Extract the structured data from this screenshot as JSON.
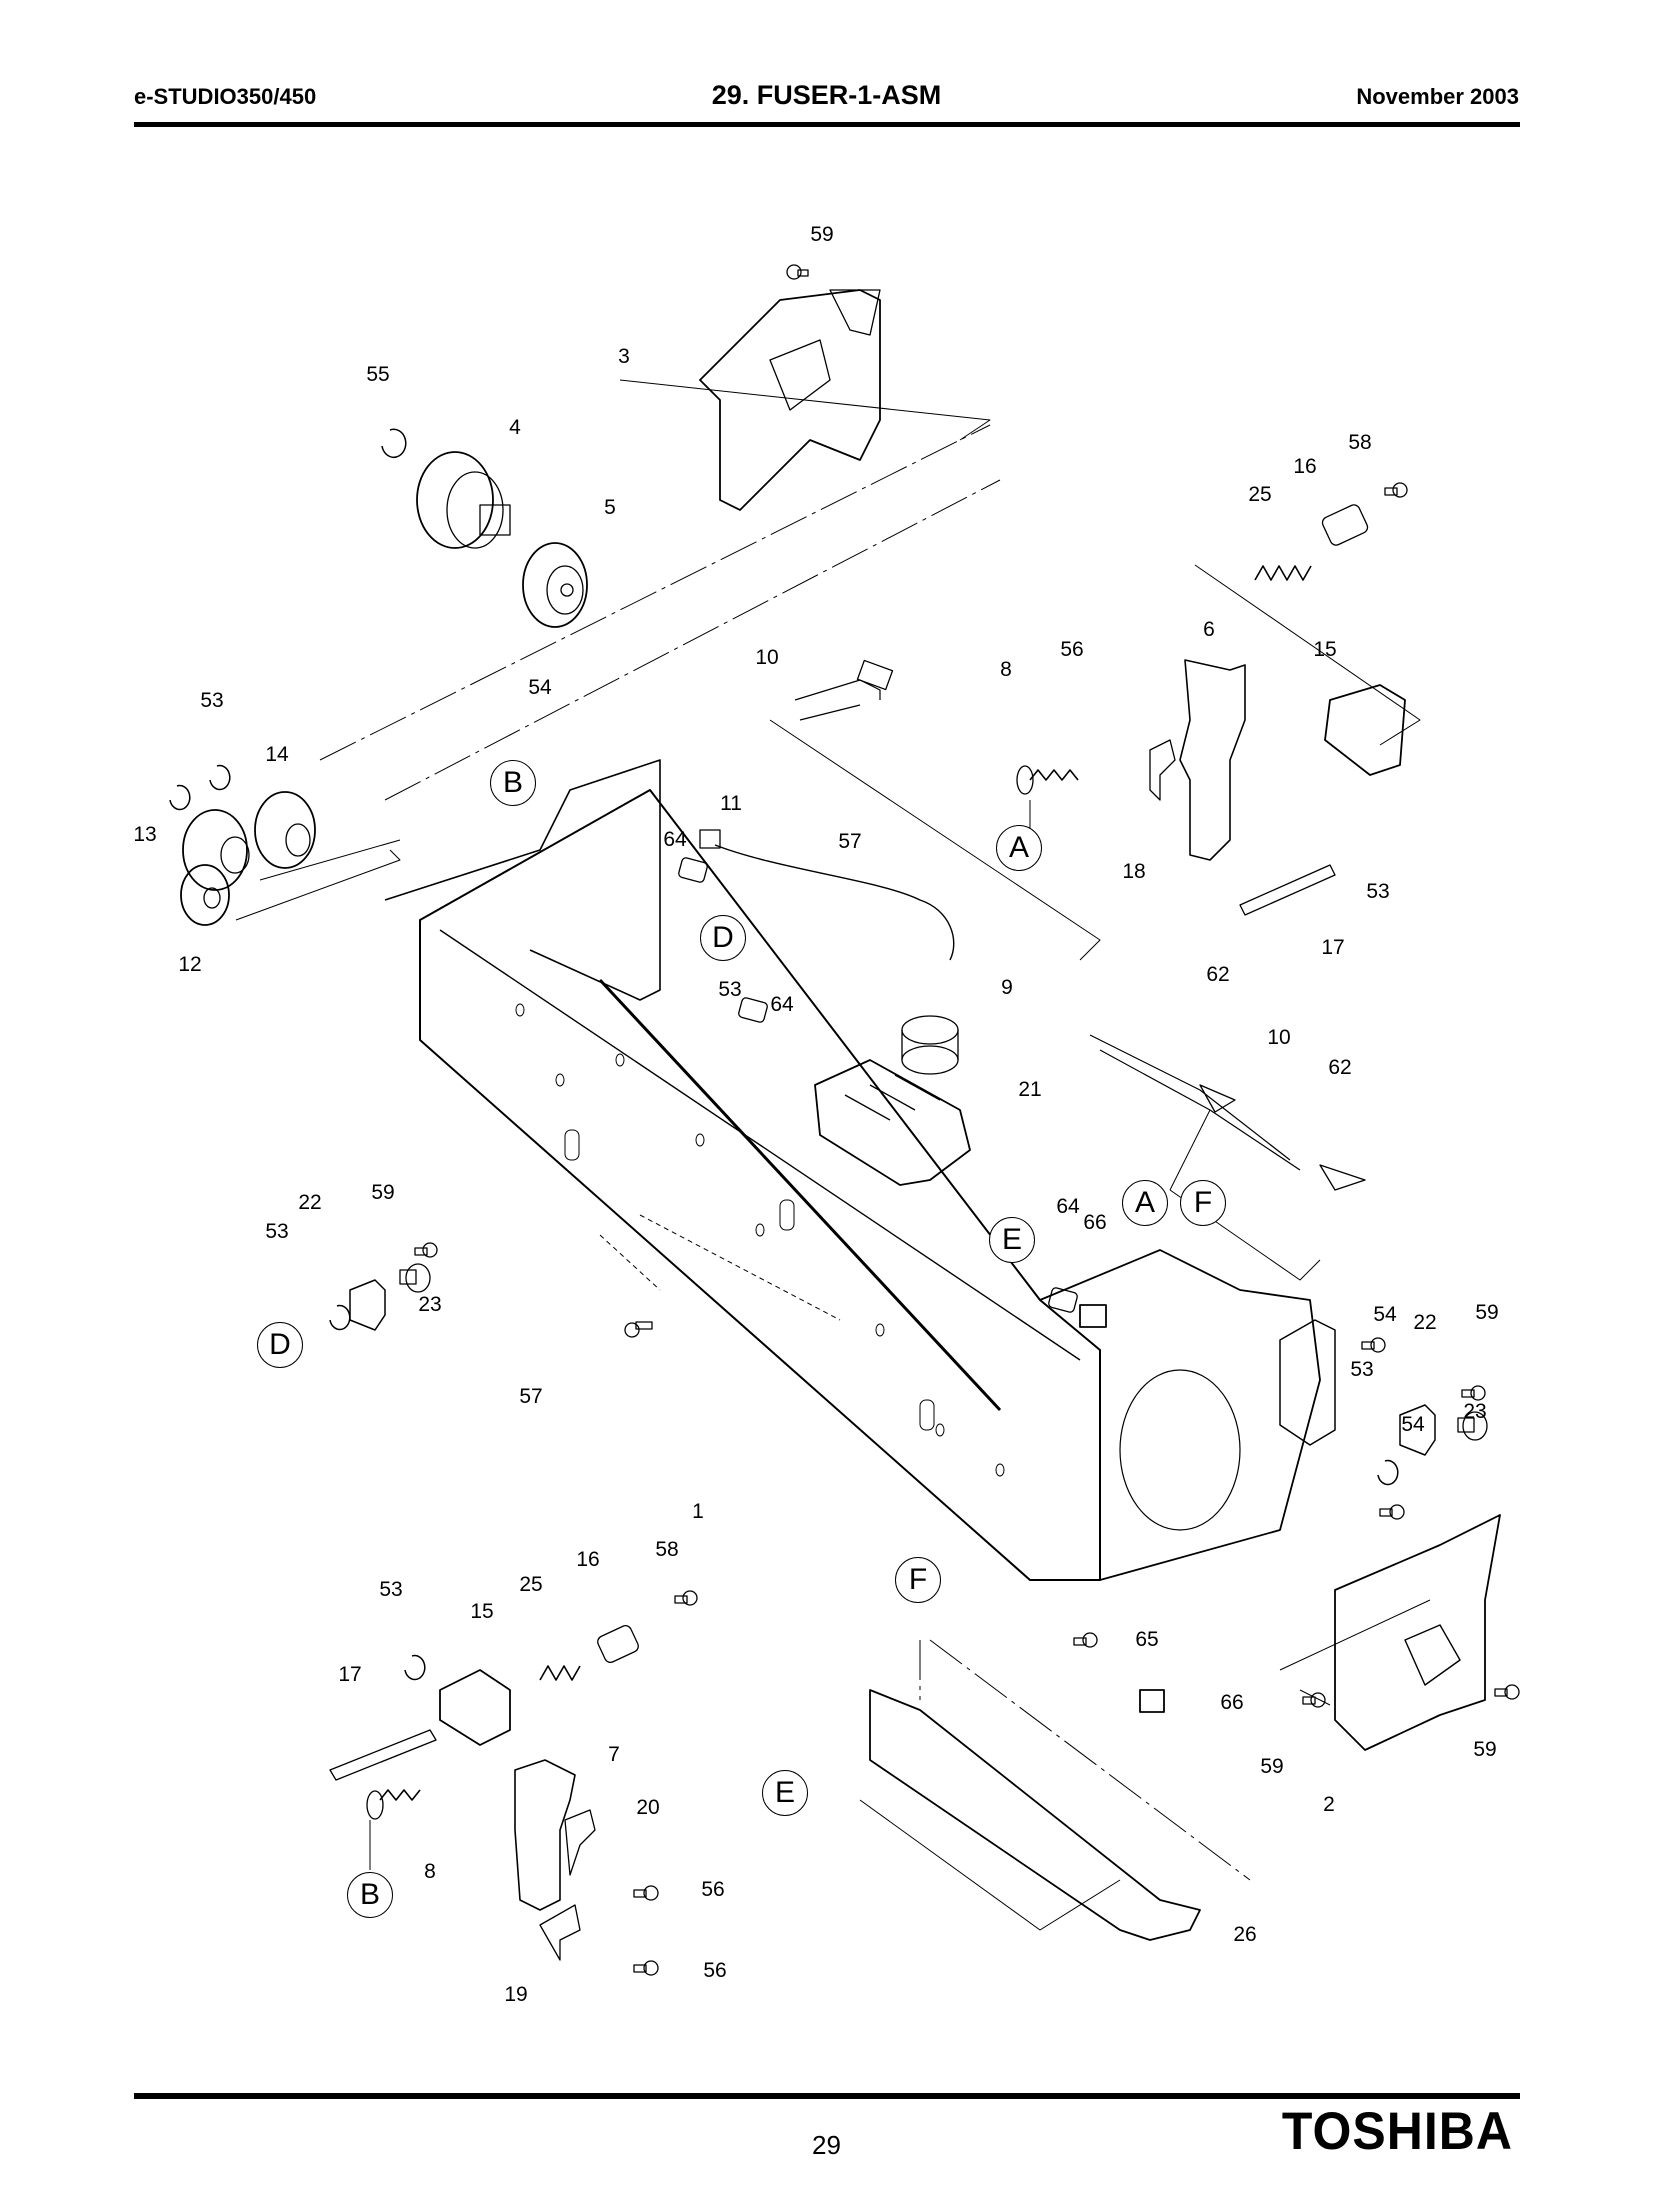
{
  "header": {
    "model": "e-STUDIO350/450",
    "section_title": "29. FUSER-1-ASM",
    "date": "November 2003"
  },
  "footer": {
    "page_number": "29",
    "brand": "TOSHIBA"
  },
  "diagram": {
    "title": "Fuser assembly exploded parts view",
    "callouts": [
      {
        "id": "c59a",
        "label": "59"
      },
      {
        "id": "c3",
        "label": "3"
      },
      {
        "id": "c55",
        "label": "55"
      },
      {
        "id": "c4",
        "label": "4"
      },
      {
        "id": "c5",
        "label": "5"
      },
      {
        "id": "c58a",
        "label": "58"
      },
      {
        "id": "c16a",
        "label": "16"
      },
      {
        "id": "c25a",
        "label": "25"
      },
      {
        "id": "c10a",
        "label": "10"
      },
      {
        "id": "c56a",
        "label": "56"
      },
      {
        "id": "c6",
        "label": "6"
      },
      {
        "id": "c8a",
        "label": "8"
      },
      {
        "id": "c15a",
        "label": "15"
      },
      {
        "id": "c53a",
        "label": "53"
      },
      {
        "id": "c54a",
        "label": "54"
      },
      {
        "id": "c14",
        "label": "14"
      },
      {
        "id": "c13",
        "label": "13"
      },
      {
        "id": "c11",
        "label": "11"
      },
      {
        "id": "c57a",
        "label": "57"
      },
      {
        "id": "c64a",
        "label": "64"
      },
      {
        "id": "c18",
        "label": "18"
      },
      {
        "id": "c53b",
        "label": "53"
      },
      {
        "id": "c17a",
        "label": "17"
      },
      {
        "id": "c12",
        "label": "12"
      },
      {
        "id": "c9",
        "label": "9"
      },
      {
        "id": "c53c",
        "label": "53"
      },
      {
        "id": "c64b",
        "label": "64"
      },
      {
        "id": "c62a",
        "label": "62"
      },
      {
        "id": "c10b",
        "label": "10"
      },
      {
        "id": "c62b",
        "label": "62"
      },
      {
        "id": "c21",
        "label": "21"
      },
      {
        "id": "c22a",
        "label": "22"
      },
      {
        "id": "c59b",
        "label": "59"
      },
      {
        "id": "c53d",
        "label": "53"
      },
      {
        "id": "c23a",
        "label": "23"
      },
      {
        "id": "c64c",
        "label": "64"
      },
      {
        "id": "c66a",
        "label": "66"
      },
      {
        "id": "c57b",
        "label": "57"
      },
      {
        "id": "c54b",
        "label": "54"
      },
      {
        "id": "c22b",
        "label": "22"
      },
      {
        "id": "c59c",
        "label": "59"
      },
      {
        "id": "c53e",
        "label": "53"
      },
      {
        "id": "c23b",
        "label": "23"
      },
      {
        "id": "c54c",
        "label": "54"
      },
      {
        "id": "c1",
        "label": "1"
      },
      {
        "id": "c16b",
        "label": "16"
      },
      {
        "id": "c58b",
        "label": "58"
      },
      {
        "id": "c53f",
        "label": "53"
      },
      {
        "id": "c25b",
        "label": "25"
      },
      {
        "id": "c15b",
        "label": "15"
      },
      {
        "id": "c65",
        "label": "65"
      },
      {
        "id": "c17b",
        "label": "17"
      },
      {
        "id": "c66b",
        "label": "66"
      },
      {
        "id": "c59d",
        "label": "59"
      },
      {
        "id": "c59e",
        "label": "59"
      },
      {
        "id": "c7",
        "label": "7"
      },
      {
        "id": "c20",
        "label": "20"
      },
      {
        "id": "c2",
        "label": "2"
      },
      {
        "id": "c8b",
        "label": "8"
      },
      {
        "id": "c56b",
        "label": "56"
      },
      {
        "id": "c26",
        "label": "26"
      },
      {
        "id": "c19",
        "label": "19"
      },
      {
        "id": "c56c",
        "label": "56"
      }
    ],
    "reference_markers": [
      {
        "id": "rB1",
        "letter": "B"
      },
      {
        "id": "rA1",
        "letter": "A"
      },
      {
        "id": "rD1",
        "letter": "D"
      },
      {
        "id": "rE1",
        "letter": "E"
      },
      {
        "id": "rA2",
        "letter": "A"
      },
      {
        "id": "rF1",
        "letter": "F"
      },
      {
        "id": "rD2",
        "letter": "D"
      },
      {
        "id": "rF2",
        "letter": "F"
      },
      {
        "id": "rE2",
        "letter": "E"
      },
      {
        "id": "rB2",
        "letter": "B"
      }
    ]
  }
}
